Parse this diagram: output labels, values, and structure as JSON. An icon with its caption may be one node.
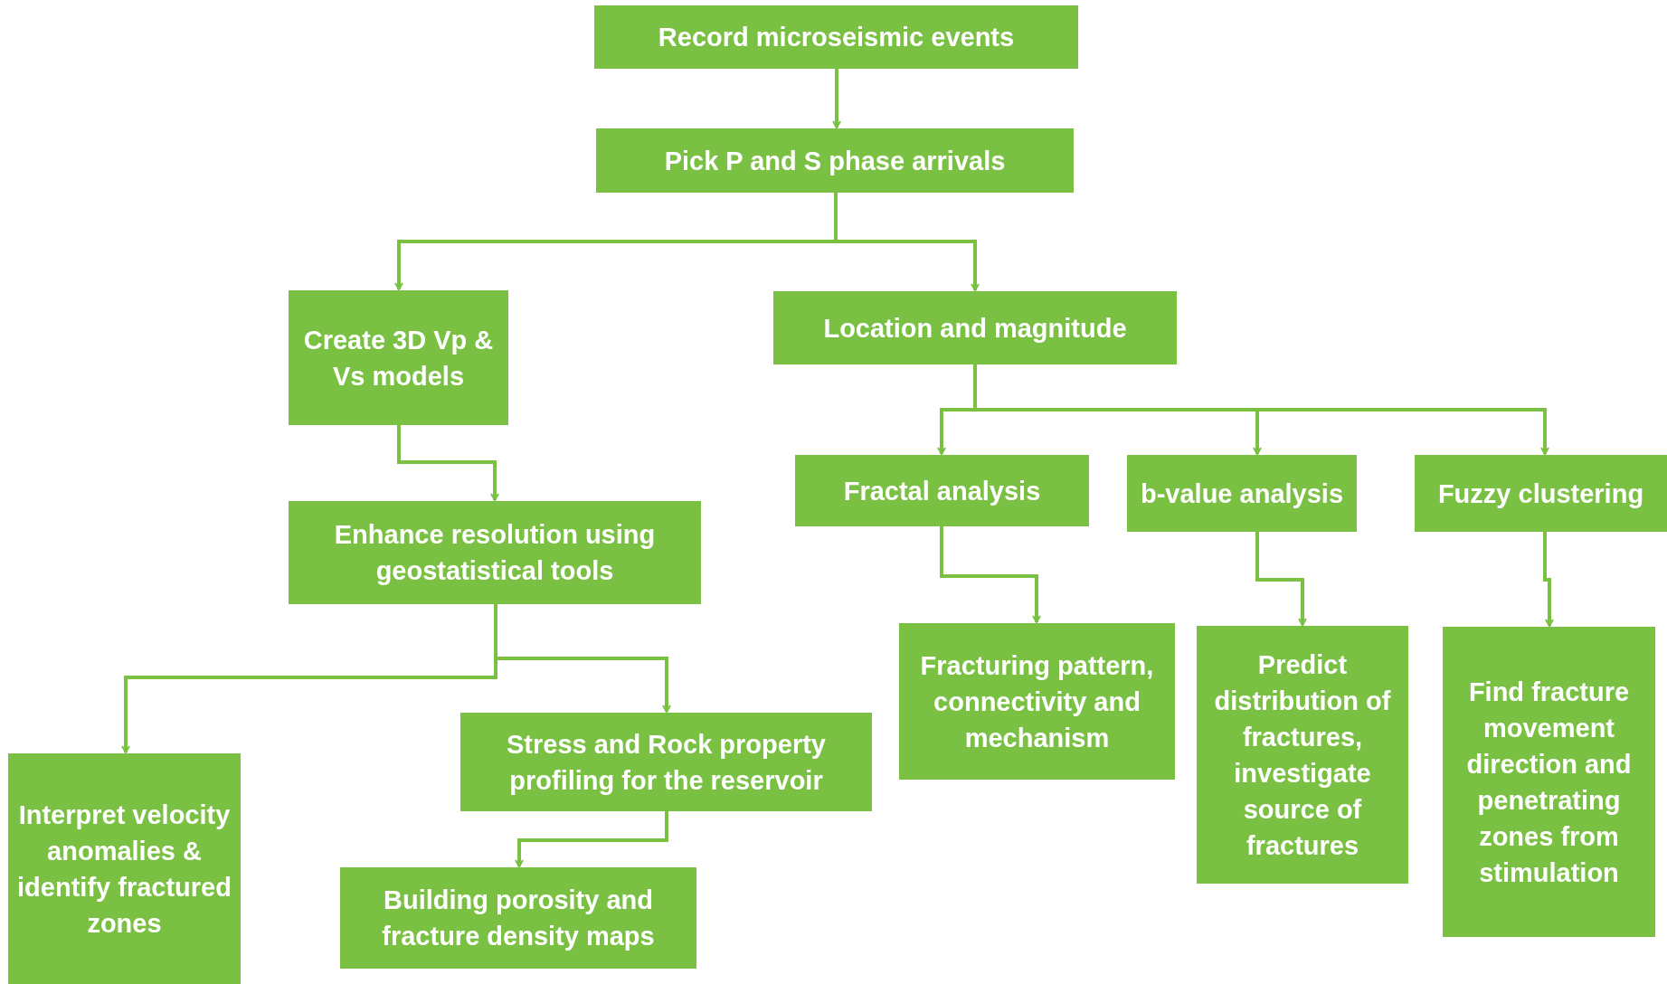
{
  "diagram": {
    "nodes": [
      {
        "text": [
          "Record microseismic events"
        ]
      },
      {
        "text": [
          "Pick P and S phase arrivals"
        ]
      },
      {
        "text": [
          "Create 3D Vp & Vs models"
        ]
      },
      {
        "text": [
          "Location and magnitude"
        ]
      },
      {
        "text": [
          "Enhance resolution using geostatistical tools"
        ]
      },
      {
        "text": [
          "Fractal analysis"
        ]
      },
      {
        "text": [
          "b-value analysis"
        ]
      },
      {
        "text": [
          "Fuzzy clustering"
        ]
      },
      {
        "text": [
          "Interpret velocity anomalies & identify fractured zones"
        ]
      },
      {
        "text": [
          "Stress and Rock property profiling for the reservoir"
        ]
      },
      {
        "text": [
          "Building porosity and fracture density maps"
        ]
      },
      {
        "text": [
          "Fracturing pattern, connectivity and mechanism"
        ]
      },
      {
        "text": [
          "Predict distribution of fractures, investigate source of fractures"
        ]
      },
      {
        "text": [
          "Find fracture movement direction and penetrating zones from stimulation"
        ]
      }
    ],
    "edges": [
      {
        "from": 0,
        "to": 1,
        "arrow": "to"
      },
      {
        "from": 1,
        "to": 2,
        "arrow": "to"
      },
      {
        "from": 1,
        "to": 3,
        "arrow": "to"
      },
      {
        "from": 2,
        "to": 4,
        "arrow": "to"
      },
      {
        "from": 3,
        "to": 5,
        "arrow": "to"
      },
      {
        "from": 3,
        "to": 6,
        "arrow": "to"
      },
      {
        "from": 3,
        "to": 7,
        "arrow": "to"
      },
      {
        "from": 4,
        "to": 8,
        "arrow": "to"
      },
      {
        "from": 4,
        "to": 9,
        "arrow": "to"
      },
      {
        "from": 9,
        "to": 10,
        "arrow": "to"
      },
      {
        "from": 5,
        "to": 11,
        "arrow": "to"
      },
      {
        "from": 6,
        "to": 12,
        "arrow": "to"
      },
      {
        "from": 7,
        "to": 13,
        "arrow": "to"
      }
    ]
  }
}
